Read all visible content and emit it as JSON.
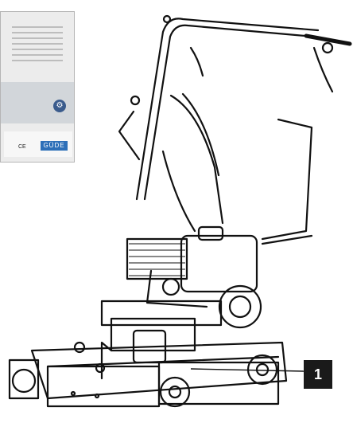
{
  "manual_cover": {
    "brand_label": "GÜDE",
    "ce_mark": "CE",
    "seal_symbol": "⚙"
  },
  "illustration": {
    "subject": "tiller-cultivator-line-drawing"
  },
  "callout": {
    "number": "1"
  }
}
